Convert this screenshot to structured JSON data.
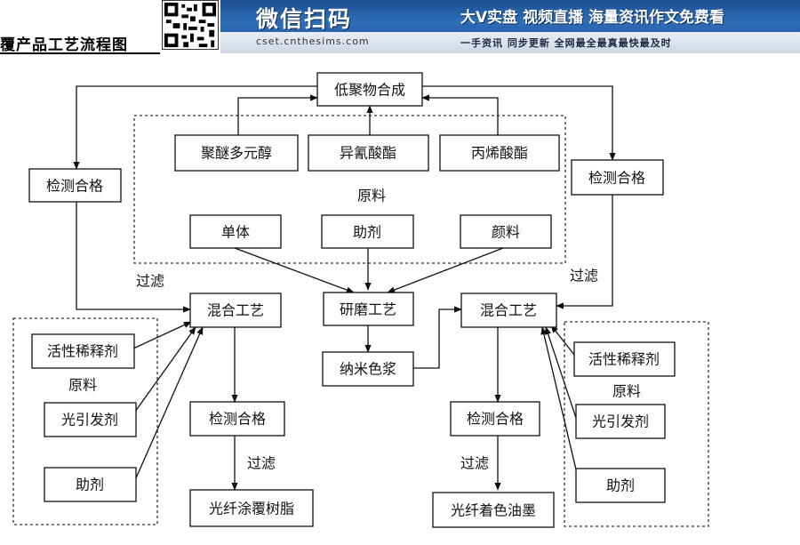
{
  "header": {
    "title": "覆产品工艺流程图",
    "scan_text": "微信扫码",
    "site": "cset.cnthesims.com",
    "tagline": "大V实盘 视频直播 海量资讯作文免费看",
    "slogan": "一手资讯 同步更新 全网最全最真最快最及时"
  },
  "nodes": {
    "oligomer": "低聚物合成",
    "polyether": "聚醚多元醇",
    "isocyanate": "异氰酸酯",
    "acrylate": "丙烯酸酯",
    "raw_material_center": "原料",
    "monomer": "单体",
    "additive_center": "助剂",
    "pigment": "颜料",
    "qc_left_top": "检测合格",
    "qc_right_top": "检测合格",
    "filter_left": "过滤",
    "filter_right": "过滤",
    "mix_left": "混合工艺",
    "grind": "研磨工艺",
    "mix_right": "混合工艺",
    "nano_paste": "纳米色浆",
    "diluent_left": "活性稀释剂",
    "raw_material_left": "原料",
    "photoinit_left": "光引发剂",
    "additive_left": "助剂",
    "qc_left_bottom": "检测合格",
    "filter_left_bottom": "过滤",
    "coating_resin": "光纤涂覆树脂",
    "qc_right_bottom": "检测合格",
    "filter_right_bottom": "过滤",
    "color_ink": "光纤着色油墨",
    "diluent_right": "活性稀释剂",
    "raw_material_right": "原料",
    "photoinit_right": "光引发剂",
    "additive_right": "助剂"
  }
}
